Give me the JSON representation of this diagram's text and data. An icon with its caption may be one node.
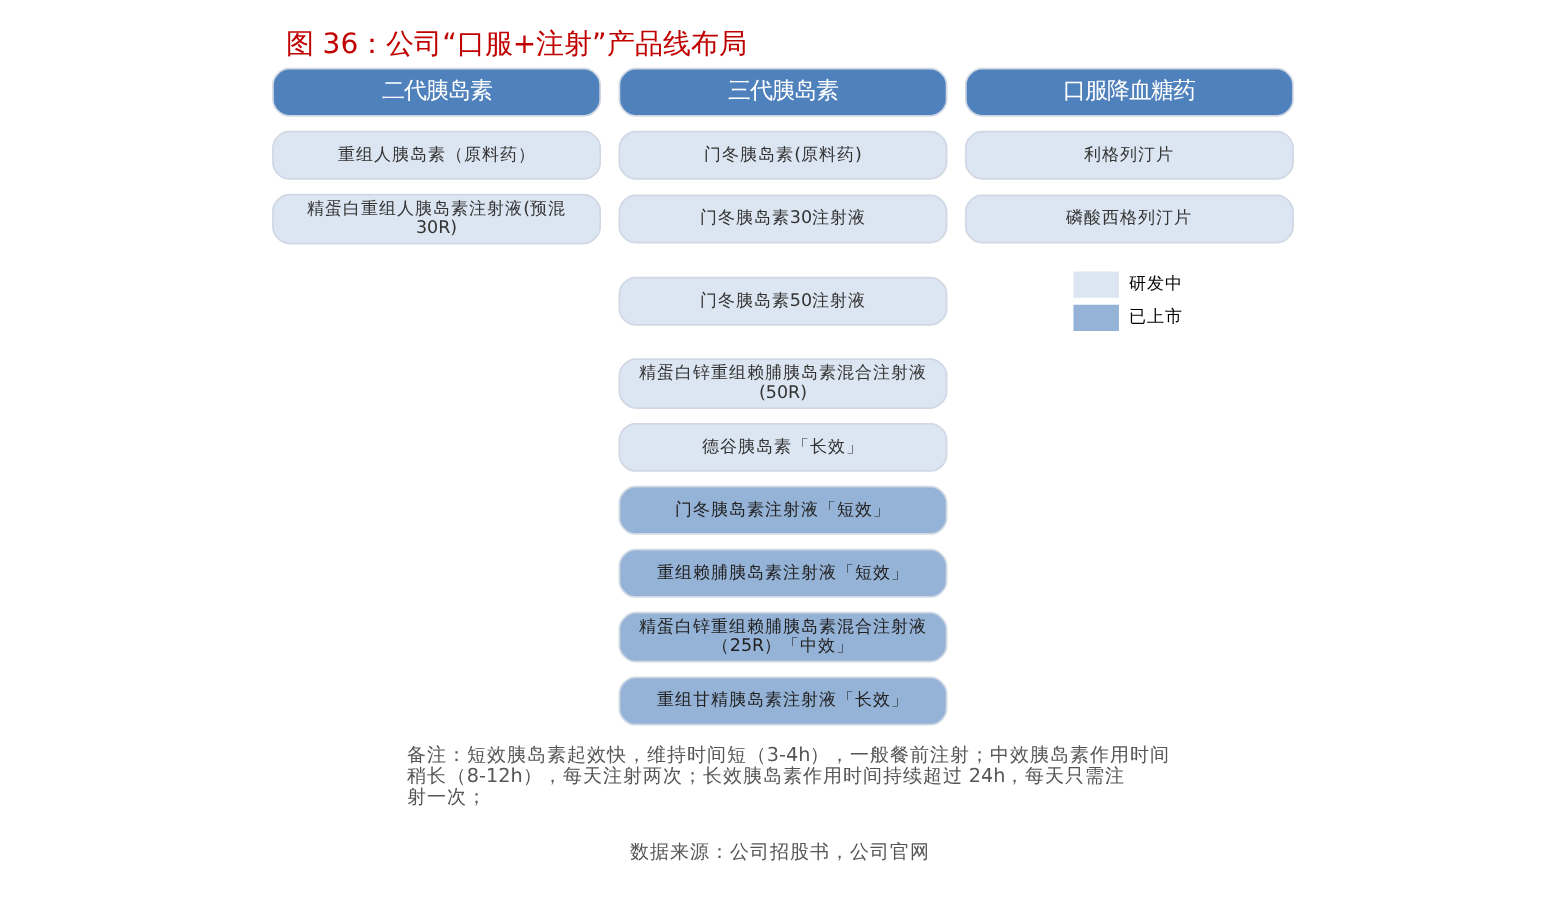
{
  "diagram": {
    "title": "图 36：公司“口服+注射”产品线布局",
    "nodes": [
      {
        "text": [
          "二代胰岛素"
        ]
      },
      {
        "text": [
          "三代胰岛素"
        ]
      },
      {
        "text": [
          "口服降血糖药"
        ]
      },
      {
        "text": [
          "重组人胰岛素（原料药）"
        ]
      },
      {
        "text": [
          "精蛋白重组人胰岛素注射液(预混 30R)"
        ]
      },
      {
        "text": [
          "门冬胰岛素(原料药)"
        ]
      },
      {
        "text": [
          "门冬胰岛素30注射液"
        ]
      },
      {
        "text": [
          "门冬胰岛素50注射液"
        ]
      },
      {
        "text": [
          "精蛋白锌重组赖脯胰岛素混合注射液(50R)"
        ]
      },
      {
        "text": [
          "德谷胰岛素「长效」"
        ]
      },
      {
        "text": [
          "门冬胰岛素注射液「短效」"
        ]
      },
      {
        "text": [
          "重组赖脯胰岛素注射液「短效」"
        ]
      },
      {
        "text": [
          "精蛋白锌重组赖脯胰岛素混合注射液（25R）「中效」"
        ]
      },
      {
        "text": [
          "重组甘精胰岛素注射液「长效」"
        ]
      },
      {
        "text": [
          "利格列汀片"
        ]
      },
      {
        "text": [
          "磷酸西格列汀片"
        ]
      }
    ],
    "edges": [],
    "labels": [
      "备注：短效胰岛素起效快，维持时间短（3-4h），一般餐前注射；中效胰岛素作用时间稍长（8-12h），每天注射两次；长效胰岛素作用时间持续超过 24h，每天只需注射一次；",
      "数据来源：公司招股书，公司官网"
    ],
    "legend": [
      {
        "text": "研发中",
        "color": "#dce6f2"
      },
      {
        "text": "已上市",
        "color": "#95b3d7"
      }
    ]
  }
}
